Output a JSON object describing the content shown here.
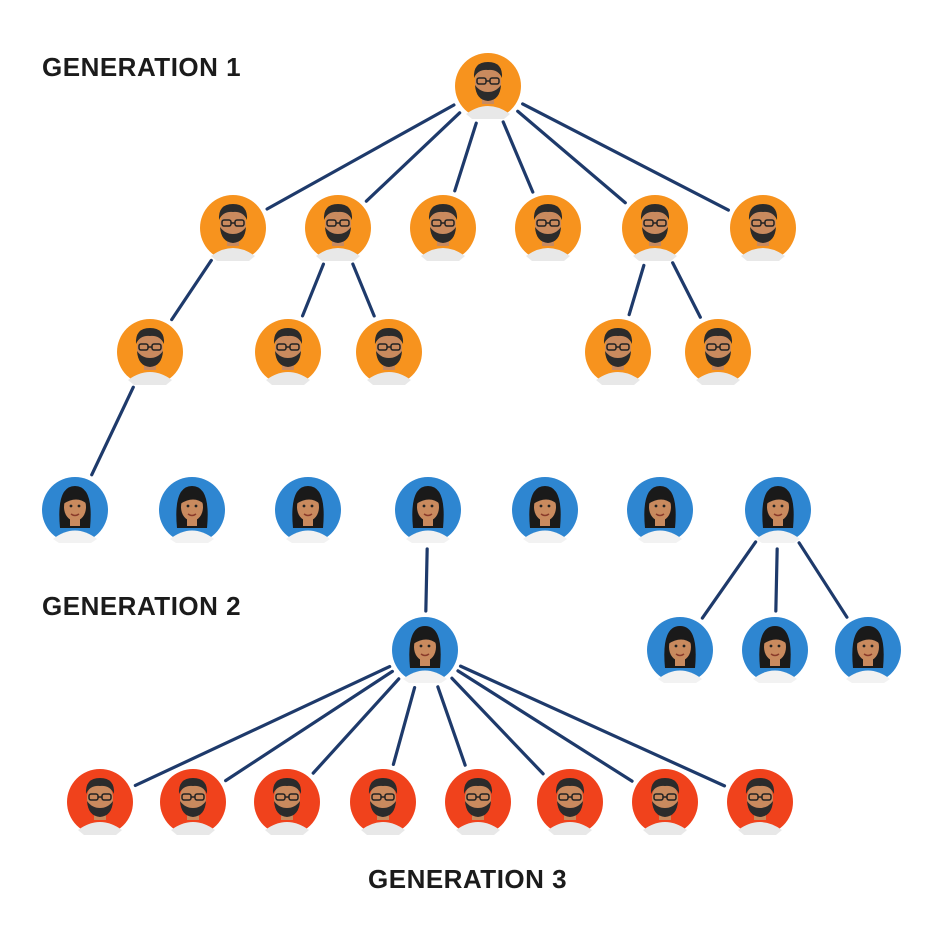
{
  "labels": {
    "gen1": "GENERATION 1",
    "gen2": "GENERATION 2",
    "gen3": "GENERATION 3"
  },
  "colors": {
    "edge": "#1e3a6b",
    "orange": "#f7931e",
    "blue": "#2e86d1",
    "red": "#f0421c",
    "skin": "#c98a5e",
    "hair_male": "#2b2b2b",
    "hair_female": "#1a1a1a"
  },
  "nodes": [
    {
      "id": "g1-root",
      "type": "orange-man"
    },
    {
      "id": "g1-c1",
      "type": "orange-man"
    },
    {
      "id": "g1-c2",
      "type": "orange-man"
    },
    {
      "id": "g1-c3",
      "type": "orange-man"
    },
    {
      "id": "g1-c4",
      "type": "orange-man"
    },
    {
      "id": "g1-c5",
      "type": "orange-man"
    },
    {
      "id": "g1-c6",
      "type": "orange-man"
    },
    {
      "id": "g1-c1a",
      "type": "orange-man"
    },
    {
      "id": "g1-c2a",
      "type": "orange-man"
    },
    {
      "id": "g1-c2b",
      "type": "orange-man"
    },
    {
      "id": "g1-c5a",
      "type": "orange-man"
    },
    {
      "id": "g1-c5b",
      "type": "orange-man"
    },
    {
      "id": "g2-w1",
      "type": "blue-woman"
    },
    {
      "id": "g2-w2",
      "type": "blue-woman"
    },
    {
      "id": "g2-w3",
      "type": "blue-woman"
    },
    {
      "id": "g2-w4",
      "type": "blue-woman"
    },
    {
      "id": "g2-w5",
      "type": "blue-woman"
    },
    {
      "id": "g2-w6",
      "type": "blue-woman"
    },
    {
      "id": "g2-w7",
      "type": "blue-woman"
    },
    {
      "id": "g2-w8",
      "type": "blue-woman"
    },
    {
      "id": "g2-w7a",
      "type": "blue-woman"
    },
    {
      "id": "g2-w7b",
      "type": "blue-woman"
    },
    {
      "id": "g2-w7c",
      "type": "blue-woman"
    },
    {
      "id": "g3-m1",
      "type": "red-man"
    },
    {
      "id": "g3-m2",
      "type": "red-man"
    },
    {
      "id": "g3-m3",
      "type": "red-man"
    },
    {
      "id": "g3-m4",
      "type": "red-man"
    },
    {
      "id": "g3-m5",
      "type": "red-man"
    },
    {
      "id": "g3-m6",
      "type": "red-man"
    },
    {
      "id": "g3-m7",
      "type": "red-man"
    },
    {
      "id": "g3-m8",
      "type": "red-man"
    }
  ],
  "edges": [
    [
      "g1-root",
      "g1-c1"
    ],
    [
      "g1-root",
      "g1-c2"
    ],
    [
      "g1-root",
      "g1-c3"
    ],
    [
      "g1-root",
      "g1-c4"
    ],
    [
      "g1-root",
      "g1-c5"
    ],
    [
      "g1-root",
      "g1-c6"
    ],
    [
      "g1-c1",
      "g1-c1a"
    ],
    [
      "g1-c2",
      "g1-c2a"
    ],
    [
      "g1-c2",
      "g1-c2b"
    ],
    [
      "g1-c5",
      "g1-c5a"
    ],
    [
      "g1-c5",
      "g1-c5b"
    ],
    [
      "g1-c1a",
      "g2-w1"
    ],
    [
      "g2-w4",
      "g2-w8"
    ],
    [
      "g2-w7",
      "g2-w7a"
    ],
    [
      "g2-w7",
      "g2-w7b"
    ],
    [
      "g2-w7",
      "g2-w7c"
    ],
    [
      "g2-w8",
      "g3-m1"
    ],
    [
      "g2-w8",
      "g3-m2"
    ],
    [
      "g2-w8",
      "g3-m3"
    ],
    [
      "g2-w8",
      "g3-m4"
    ],
    [
      "g2-w8",
      "g3-m5"
    ],
    [
      "g2-w8",
      "g3-m6"
    ],
    [
      "g2-w8",
      "g3-m7"
    ],
    [
      "g2-w8",
      "g3-m8"
    ]
  ]
}
